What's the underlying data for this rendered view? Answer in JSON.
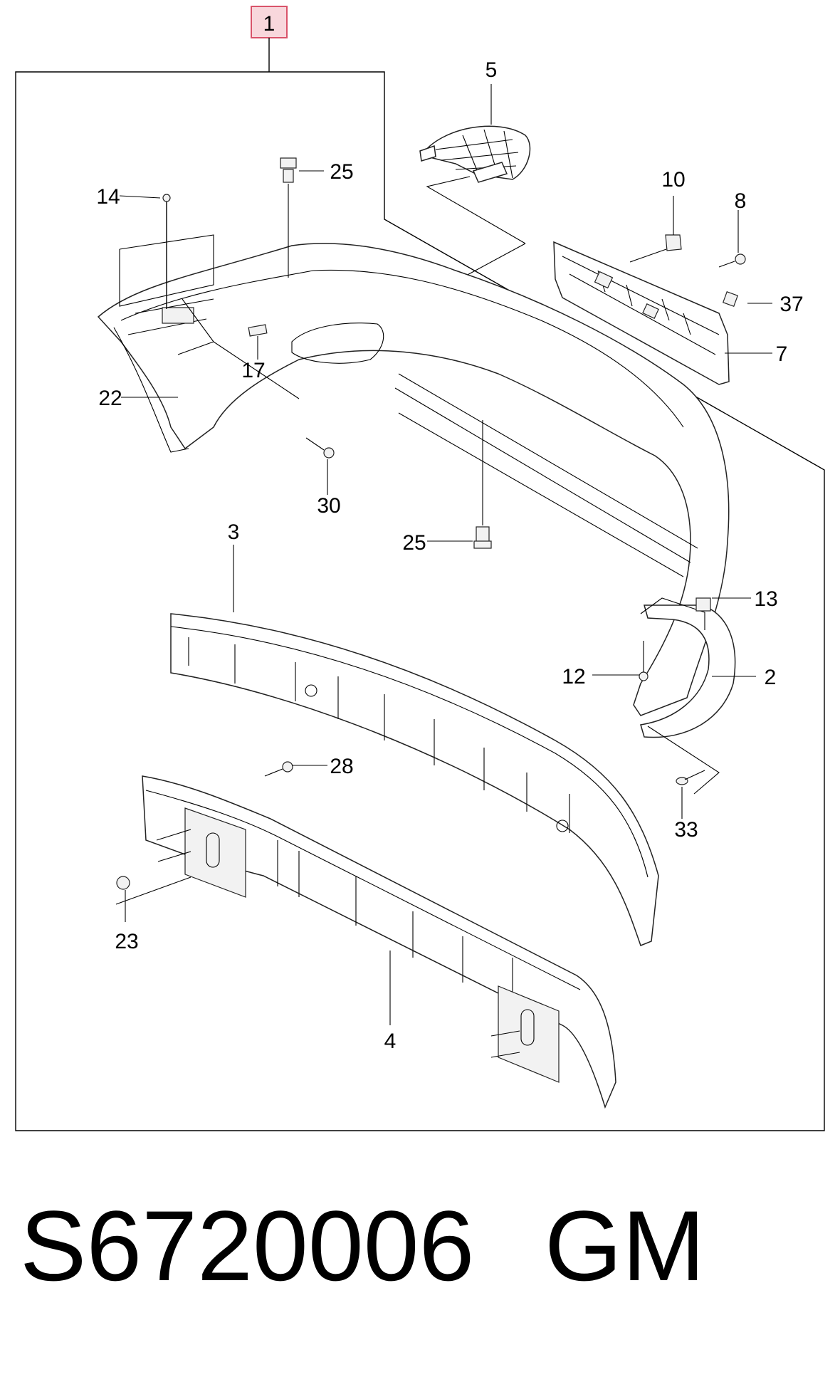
{
  "assembly_callout": "1",
  "callouts": {
    "c2": "2",
    "c3": "3",
    "c4": "4",
    "c5": "5",
    "c7": "7",
    "c8": "8",
    "c10": "10",
    "c12": "12",
    "c13": "13",
    "c14": "14",
    "c17": "17",
    "c22": "22",
    "c23": "23",
    "c25a": "25",
    "c25b": "25",
    "c28": "28",
    "c30": "30",
    "c33": "33",
    "c37": "37"
  },
  "footer": {
    "part_number": "S6720006",
    "brand": "GM"
  },
  "colors": {
    "callout_box_fill": "#f8d7dc",
    "callout_box_border": "#d9536a",
    "line": "#000000"
  }
}
